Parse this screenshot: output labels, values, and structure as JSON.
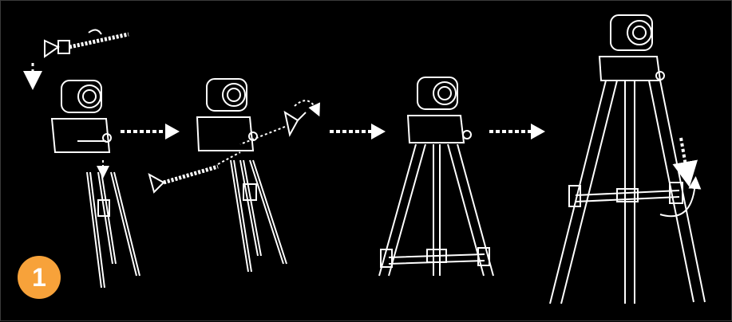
{
  "step": {
    "number": "1",
    "badge_color": "#f7a23a"
  },
  "colors": {
    "background": "#000000",
    "line": "#ffffff"
  },
  "panels": [
    {
      "name": "attach-screw",
      "icon": "camera-on-mount-icon"
    },
    {
      "name": "insert-screw-into-tripod",
      "icon": "camera-on-tripod-closed-icon"
    },
    {
      "name": "tripod-spread",
      "icon": "camera-on-tripod-open-icon"
    },
    {
      "name": "tripod-extend-and-lock",
      "icon": "camera-on-tripod-extended-icon"
    }
  ]
}
